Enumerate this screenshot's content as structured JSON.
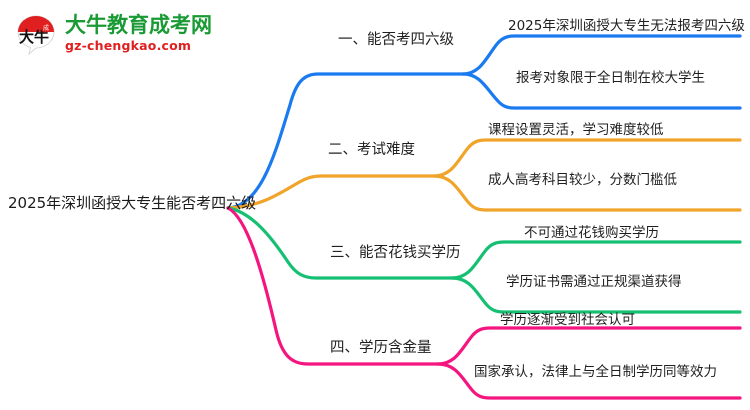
{
  "logo": {
    "mark_text": "大牛",
    "name_cn": "大牛教育成考网",
    "name_en": "gz-chengkao.com",
    "mark_color": "#e02020",
    "name_cn_color": "#1a9a34",
    "name_en_color": "#e02020"
  },
  "mindmap": {
    "root": {
      "label": "2025年深圳函授大专生能否考四六级"
    },
    "branches": [
      {
        "label": "一、能否考四六级",
        "color": "#1a7aef",
        "children": [
          {
            "label": "2025年深圳函授大专生无法报考四六级"
          },
          {
            "label": "报考对象限于全日制在校大学生"
          }
        ]
      },
      {
        "label": "二、考试难度",
        "color": "#f0a42a",
        "children": [
          {
            "label": "课程设置灵活，学习难度较低"
          },
          {
            "label": "成人高考科目较少，分数门槛低"
          }
        ]
      },
      {
        "label": "三、能否花钱买学历",
        "color": "#16c073",
        "children": [
          {
            "label": "不可通过花钱购买学历"
          },
          {
            "label": "学历证书需通过正规渠道获得"
          }
        ]
      },
      {
        "label": "四、学历含金量",
        "color": "#f4157f",
        "children": [
          {
            "label": "学历逐渐受到社会认可"
          },
          {
            "label": "国家承认，法律上与全日制学历同等效力"
          }
        ]
      }
    ]
  }
}
